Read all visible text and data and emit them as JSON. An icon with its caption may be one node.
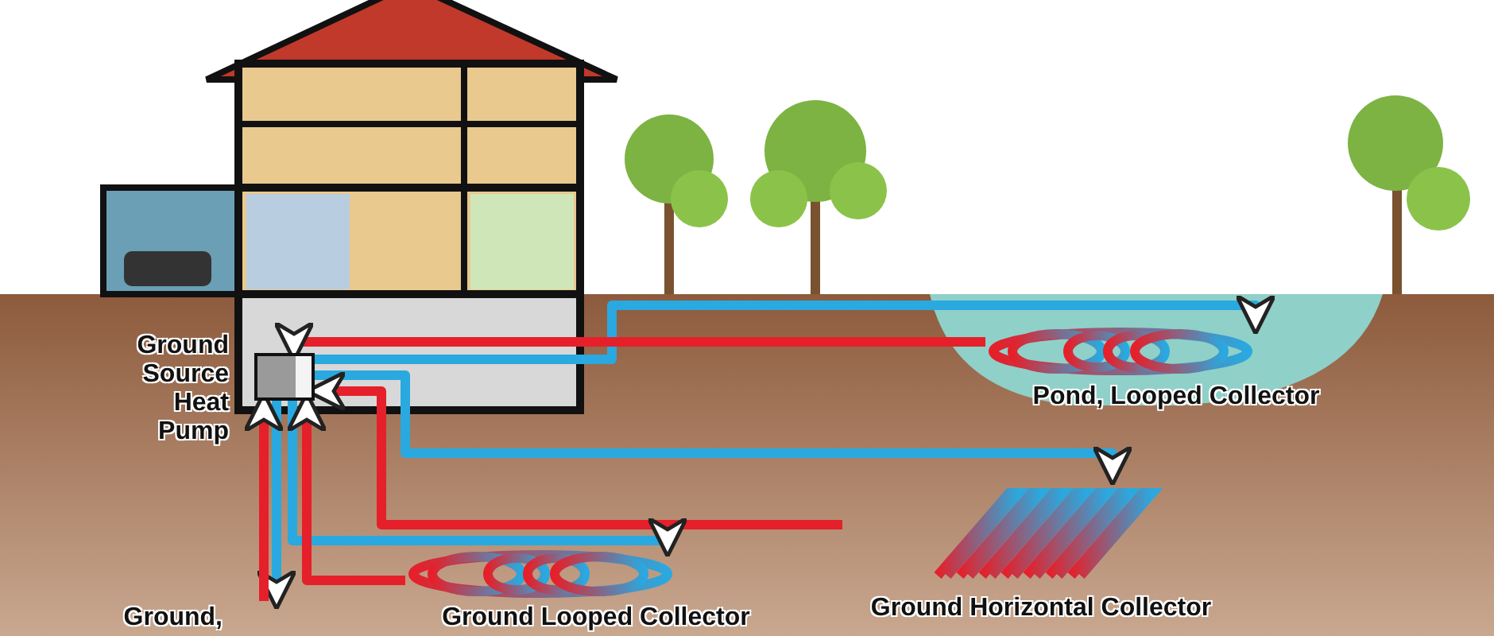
{
  "diagram": {
    "nodes": [
      {
        "text": [
          "Ground Source Heat Pump"
        ]
      },
      {
        "text": [
          "Pond, Looped Collector"
        ]
      },
      {
        "text": [
          "Ground Horizontal Collector"
        ]
      },
      {
        "text": [
          "Ground Looped Collector"
        ]
      },
      {
        "text": [
          "Ground,"
        ]
      }
    ],
    "edges": [
      {
        "from": 0,
        "to": 1,
        "arrow": "to",
        "color": "#29a9e0"
      },
      {
        "from": 1,
        "to": 0,
        "arrow": "to",
        "color": "#e5202a"
      },
      {
        "from": 0,
        "to": 2,
        "arrow": "to",
        "color": "#29a9e0"
      },
      {
        "from": 2,
        "to": 0,
        "arrow": "to",
        "color": "#e5202a"
      },
      {
        "from": 0,
        "to": 3,
        "arrow": "to",
        "color": "#29a9e0"
      },
      {
        "from": 3,
        "to": 0,
        "arrow": "to",
        "color": "#e5202a"
      },
      {
        "from": 0,
        "to": 4,
        "arrow": "to",
        "color": "#29a9e0"
      },
      {
        "from": 4,
        "to": 0,
        "arrow": "to",
        "color": "#e5202a"
      }
    ]
  }
}
